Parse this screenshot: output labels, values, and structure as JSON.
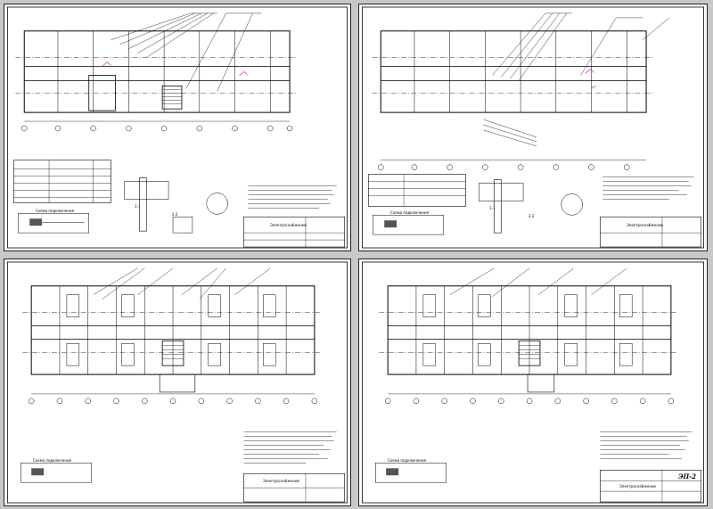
{
  "sheets": [
    {
      "id": "sheet-1",
      "title_block": "Электроснабжение",
      "schema_title": "Схема подключения",
      "sections": [
        "1-1",
        "2-2"
      ]
    },
    {
      "id": "sheet-2",
      "title_block": "Электроснабжение",
      "schema_title": "Схема подключения",
      "sections": [
        "1-1",
        "2-2"
      ]
    },
    {
      "id": "sheet-3",
      "title_block": "Электроснабжение",
      "schema_title": "Схема подключения",
      "sections": []
    },
    {
      "id": "sheet-4",
      "title_block": "Электроснабжение",
      "schema_title": "Схема подключения",
      "sections": [],
      "stamp": "ЭП-2"
    }
  ],
  "colors": {
    "line": "#000000",
    "accent": "#d020d0",
    "sheet": "#ffffff",
    "background": "#c8c8c8"
  }
}
